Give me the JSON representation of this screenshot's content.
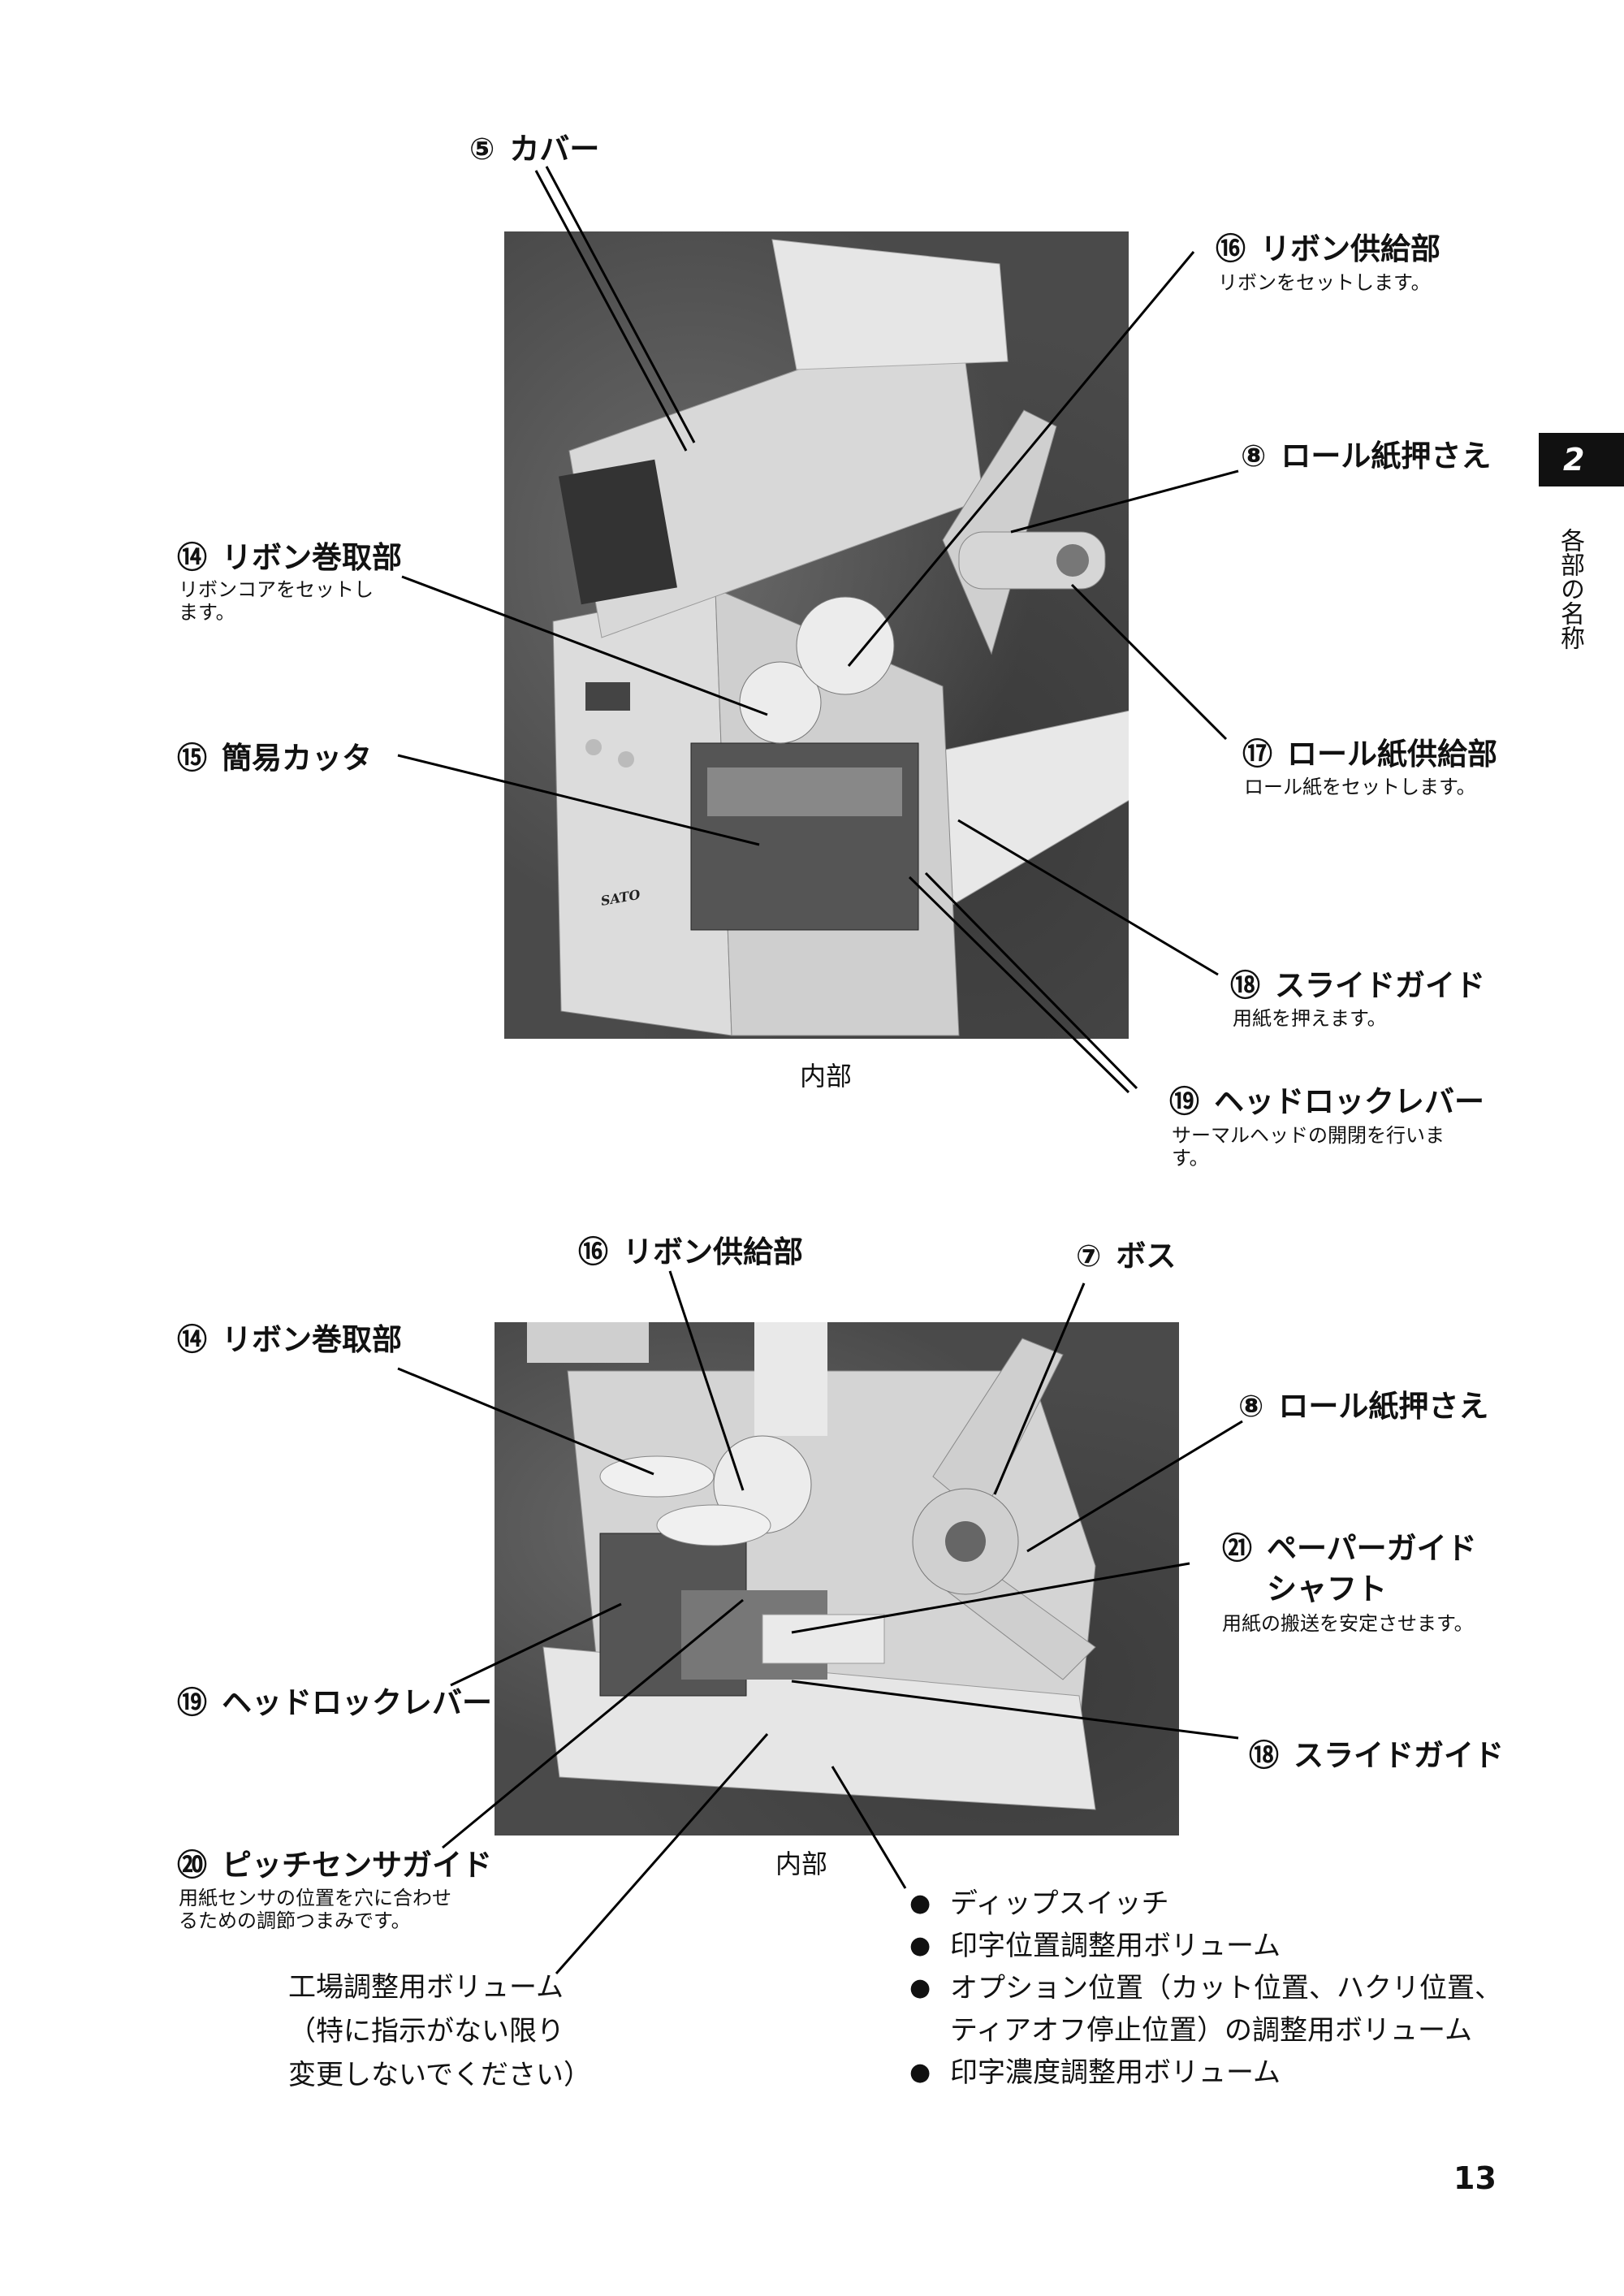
{
  "side_tab": {
    "number": "2",
    "title": "各部の名称"
  },
  "page_number": "13",
  "figure1": {
    "caption": "内部",
    "labels": {
      "cover": {
        "num": "⑤",
        "title": "カバー"
      },
      "ribbon_supply": {
        "num": "⑯",
        "title": "リボン供給部",
        "desc": "リボンをセットします。"
      },
      "roll_holder": {
        "num": "⑧",
        "title": "ロール紙押さえ"
      },
      "ribbon_rewind": {
        "num": "⑭",
        "title": "リボン巻取部",
        "desc": "リボンコアをセットし\nます。"
      },
      "cutter": {
        "num": "⑮",
        "title": "簡易カッタ"
      },
      "roll_supply": {
        "num": "⑰",
        "title": "ロール紙供給部",
        "desc": "ロール紙をセットします。"
      },
      "slide_guide": {
        "num": "⑱",
        "title": "スライドガイド",
        "desc": "用紙を押えます。"
      },
      "head_lock": {
        "num": "⑲",
        "title": "ヘッドロックレバー",
        "desc": "サーマルヘッドの開閉を行いま\nす。"
      }
    }
  },
  "figure2": {
    "caption": "内部",
    "labels": {
      "ribbon_supply": {
        "num": "⑯",
        "title": "リボン供給部"
      },
      "boss": {
        "num": "⑦",
        "title": "ボス"
      },
      "ribbon_rewind": {
        "num": "⑭",
        "title": "リボン巻取部"
      },
      "roll_holder": {
        "num": "⑧",
        "title": "ロール紙押さえ"
      },
      "paper_guide": {
        "num": "㉑",
        "title": "ペーパーガイド",
        "title2": "シャフト",
        "desc": "用紙の搬送を安定させます。"
      },
      "head_lock": {
        "num": "⑲",
        "title": "ヘッドロックレバー"
      },
      "slide_guide": {
        "num": "⑱",
        "title": "スライドガイド"
      },
      "pitch_guide": {
        "num": "⑳",
        "title": "ピッチセンサガイド",
        "desc": "用紙センサの位置を穴に合わせ\nるための調節つまみです。"
      }
    },
    "factory_volume": [
      "工場調整用ボリューム",
      "（特に指示がない限り",
      "変更しないでください）"
    ],
    "bullets": [
      "ディップスイッチ",
      "印字位置調整用ボリューム",
      "オプション位置（カット位置、ハクリ位置、",
      "ティアオフ停止位置）の調整用ボリューム",
      "印字濃度調整用ボリューム"
    ],
    "photo_brand": "SATO"
  }
}
